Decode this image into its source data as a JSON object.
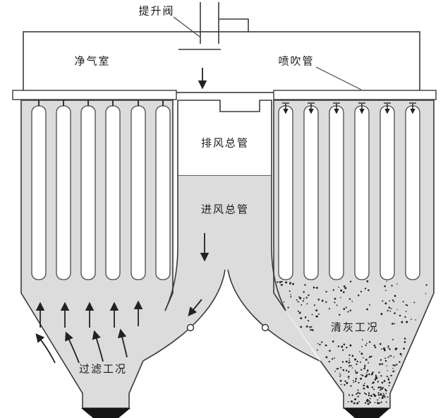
{
  "diagram": {
    "labels": {
      "lift_valve": "提升阀",
      "clean_air_chamber": "净气室",
      "blow_pipe": "喷吹管",
      "exhaust_main_duct": "排风总管",
      "inlet_main_duct": "进风总管",
      "filtering_condition": "过滤工况",
      "dust_cleaning_condition": "清灰工况"
    },
    "colors": {
      "body_gray": "#dcdcdc",
      "outline": "#3a3a3a",
      "dust_dot": "#1f1f1f",
      "background": "#ffffff"
    },
    "counts": {
      "left_filter_bags": 6,
      "right_filter_bags": 6
    }
  }
}
